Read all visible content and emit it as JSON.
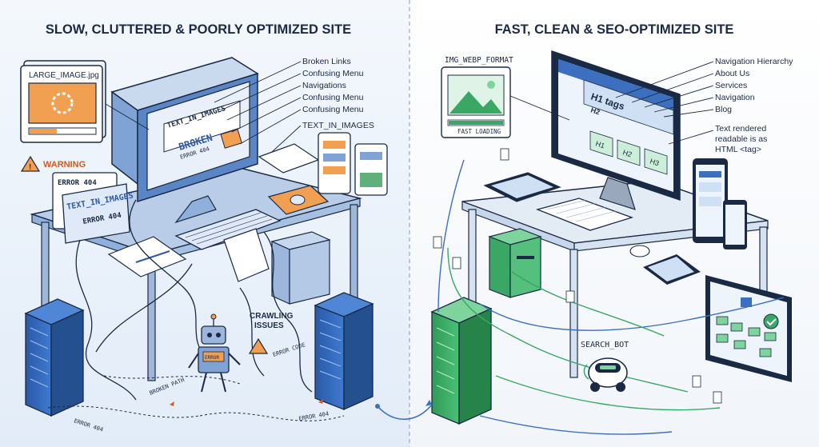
{
  "left_panel": {
    "title": "SLOW, CLUTTERED & POORLY OPTIMIZED SITE",
    "callouts": [
      "Broken Links",
      "Confusing Menu",
      "Navigations",
      "Confusing Menu",
      "Confusing Menu",
      "TEXT_IN_IMAGES"
    ],
    "file_window_title": "LARGE_IMAGE.jpg",
    "warning": "WARNING",
    "error_card_title": "ERROR 404",
    "error_card_text": "TEXT_IN_IMAGES",
    "error_card_sub": "ERROR 404",
    "screen_text": "TEXT_IN_IMAGES",
    "screen_broken": "BROKEN",
    "screen_small": "ERROR 404",
    "crawling_issues": "CRAWLING ISSUES",
    "error_code": "ERROR CODE",
    "broken_path": "BROKEN PATH",
    "error_404_a": "ERROR 404",
    "error_404_b": "ERROR 404",
    "robot_badge": "ERROR"
  },
  "right_panel": {
    "title": "FAST, CLEAN & SEO-OPTIMIZED SITE",
    "image_card_title": "IMG_WEBP_FORMAT",
    "fast_loading": "FAST LOADING",
    "callouts": [
      "Navigation Hierarchy",
      "About Us",
      "Services",
      "Navigation",
      "Blog"
    ],
    "text_note": "Text rendered readable is as HTML <tag>",
    "screen_h1": "H1 tags",
    "screen_h2": "H2",
    "boxes": [
      "H1",
      "H2",
      "H3"
    ],
    "search_bot": "SEARCH_BOT"
  },
  "colors": {
    "left_bg": "#eaf1fa",
    "right_bg": "#f7f9fc",
    "bad_accent": "#f0a050",
    "good_accent": "#3aa864",
    "server_blue": "#2f5fb0",
    "line_dark": "#1b2a44"
  }
}
